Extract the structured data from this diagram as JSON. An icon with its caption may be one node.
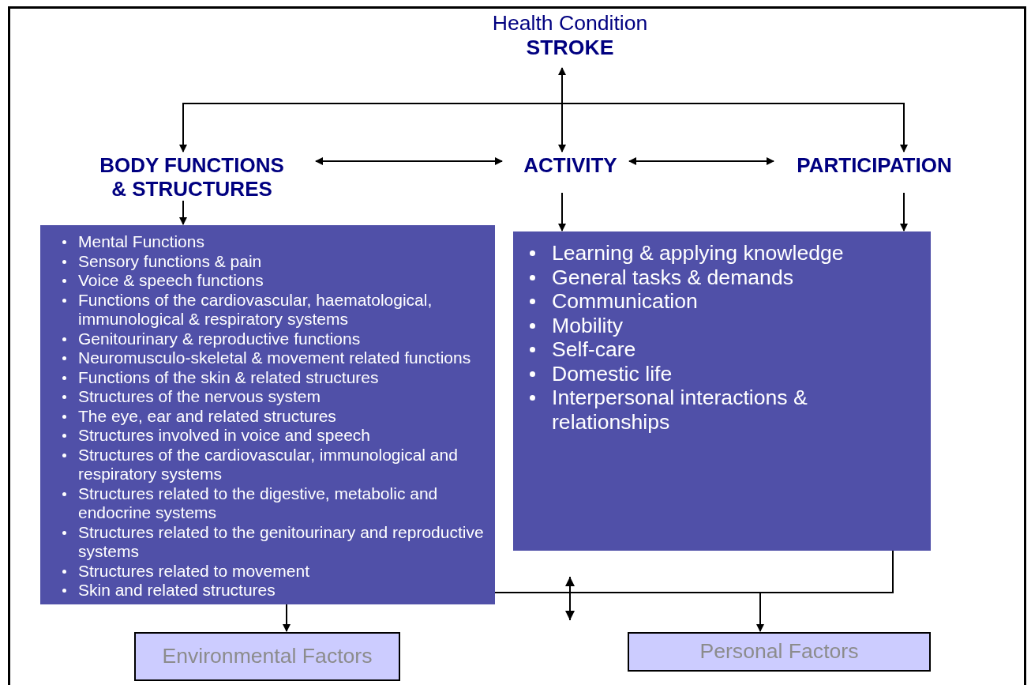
{
  "diagram": {
    "nodes": [
      {
        "text": [
          "Health Condition",
          "STROKE"
        ]
      },
      {
        "text": [
          "BODY FUNCTIONS & STRUCTURES"
        ]
      },
      {
        "text": [
          "ACTIVITY"
        ]
      },
      {
        "text": [
          "PARTICIPATION"
        ]
      },
      {
        "text": [
          "Mental Functions",
          "Sensory functions & pain",
          "Voice & speech functions",
          "Functions of the cardiovascular, haematological, immunological & respiratory systems",
          "Genitourinary & reproductive functions",
          "Neuromusculo-skeletal & movement related functions",
          "Functions of the skin & related structures",
          "Structures of the nervous system",
          "The eye, ear and related structures",
          "Structures involved in voice and speech",
          "Structures of the cardiovascular, immunological and respiratory systems",
          "Structures related to the digestive, metabolic and endocrine systems",
          "Structures related to the genitourinary and reproductive systems",
          "Structures related to movement",
          "Skin and related structures"
        ]
      },
      {
        "text": [
          "Learning & applying knowledge",
          "General tasks & demands",
          "Communication",
          "Mobility",
          "Self-care",
          "Domestic life",
          "Interpersonal interactions & relationships"
        ]
      },
      {
        "text": [
          "Environmental Factors"
        ]
      },
      {
        "text": [
          "Personal Factors"
        ]
      }
    ],
    "edges": [
      {
        "from": 0,
        "to": 1,
        "arrow": "to"
      },
      {
        "from": 0,
        "to": 2,
        "arrow": "both"
      },
      {
        "from": 0,
        "to": 3,
        "arrow": "to"
      },
      {
        "from": 1,
        "to": 2,
        "arrow": "both"
      },
      {
        "from": 2,
        "to": 3,
        "arrow": "both"
      },
      {
        "from": 1,
        "to": 4,
        "arrow": "to"
      },
      {
        "from": 2,
        "to": 5,
        "arrow": "to"
      },
      {
        "from": 3,
        "to": 5,
        "arrow": "to"
      },
      {
        "from": 4,
        "to": 5,
        "arrow": "none"
      },
      {
        "from": 4,
        "to": 6,
        "arrow": "to"
      },
      {
        "from": 5,
        "to": 7,
        "arrow": "to"
      }
    ]
  }
}
